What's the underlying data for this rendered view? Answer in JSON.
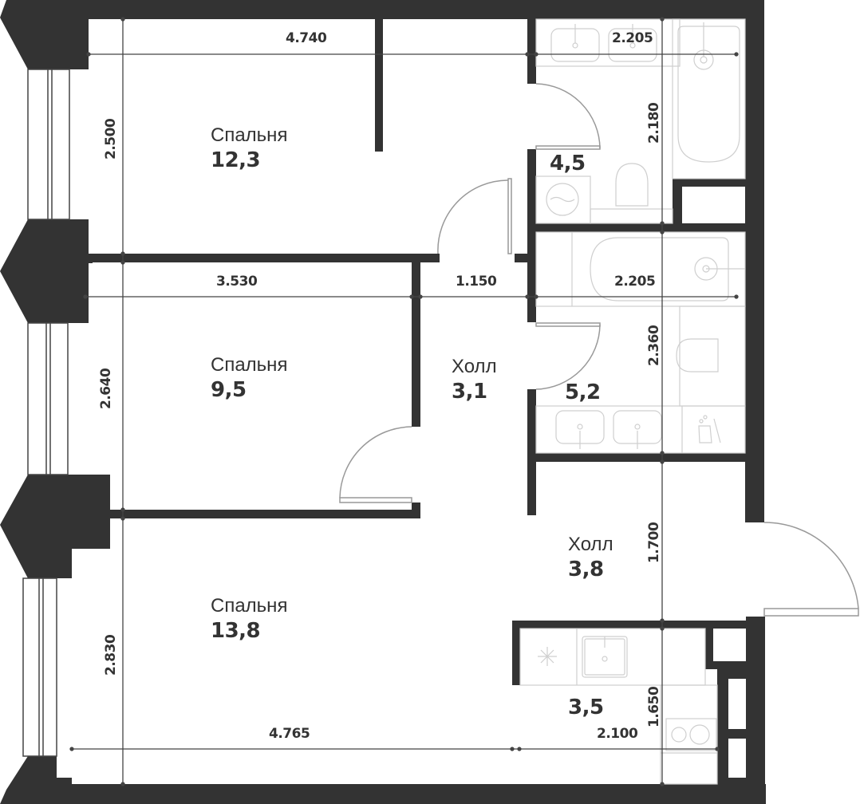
{
  "colors": {
    "wall": "#333333",
    "background": "#ffffff",
    "furniture_line": "#c8c8c8",
    "door_line": "#999999",
    "dimension_line": "#444444"
  },
  "rooms": [
    {
      "id": "bedroom-1",
      "name": "Спальня",
      "area": "12,3"
    },
    {
      "id": "bedroom-2",
      "name": "Спальня",
      "area": "9,5"
    },
    {
      "id": "bedroom-3",
      "name": "Спальня",
      "area": "13,8"
    },
    {
      "id": "hall-1",
      "name": "Холл",
      "area": "3,1"
    },
    {
      "id": "hall-2",
      "name": "Холл",
      "area": "3,8"
    },
    {
      "id": "bathroom-1",
      "name": "",
      "area": "4,5"
    },
    {
      "id": "bathroom-2",
      "name": "",
      "area": "5,2"
    },
    {
      "id": "kitchen",
      "name": "",
      "area": "3,5"
    }
  ],
  "dimensions": {
    "bedroom1_width": "4.740",
    "bedroom1_depth": "2.500",
    "bathroom1_width": "2.205",
    "bathroom1_depth": "2.180",
    "bedroom2_width": "3.530",
    "bedroom2_depth": "2.640",
    "hall1_width": "1.150",
    "bathroom2_width": "2.205",
    "bathroom2_depth": "2.360",
    "hall2_depth": "1.700",
    "bedroom3_width": "4.765",
    "bedroom3_depth": "2.830",
    "kitchen_width": "2.100",
    "kitchen_depth": "1.650"
  }
}
